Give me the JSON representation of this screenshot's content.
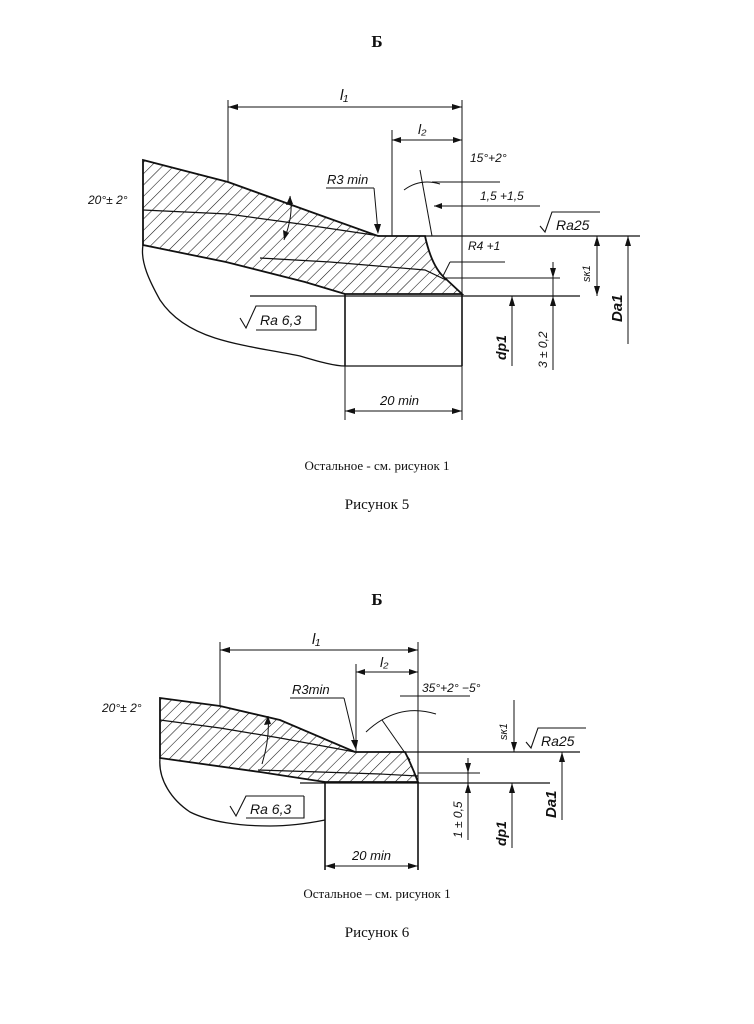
{
  "figure5": {
    "view_label": "Б",
    "labels": {
      "l1": "l₁",
      "l2": "l₂",
      "angle_top": "15°+2°",
      "offset": "1,5 +1,5",
      "radius_min": "R3 min",
      "angle_left": "20°± 2°",
      "radius_fillet": "R4 +1",
      "roughness_top": "Ra25",
      "roughness_bottom": "Ra 6,3",
      "sk1": "sк1",
      "da1": "Da1",
      "dp1": "dp1",
      "tolerance": "3 ± 0,2",
      "length_min": "20 min"
    },
    "note": "Остальное - см. рисунок 1",
    "caption": "Рисунок 5"
  },
  "figure6": {
    "view_label": "Б",
    "labels": {
      "l1": "l₁",
      "l2": "l₂",
      "angle_top": "35°+2° −5°",
      "radius_min": "R3min",
      "angle_left": "20°± 2°",
      "roughness_top": "Ra25",
      "roughness_bottom": "Ra 6,3",
      "sk1": "sк1",
      "da1": "Da1",
      "dp1": "dp1",
      "tolerance": "1 ± 0,5",
      "length_min": "20 min"
    },
    "note": "Остальное – см. рисунок 1",
    "caption": "Рисунок 6"
  }
}
